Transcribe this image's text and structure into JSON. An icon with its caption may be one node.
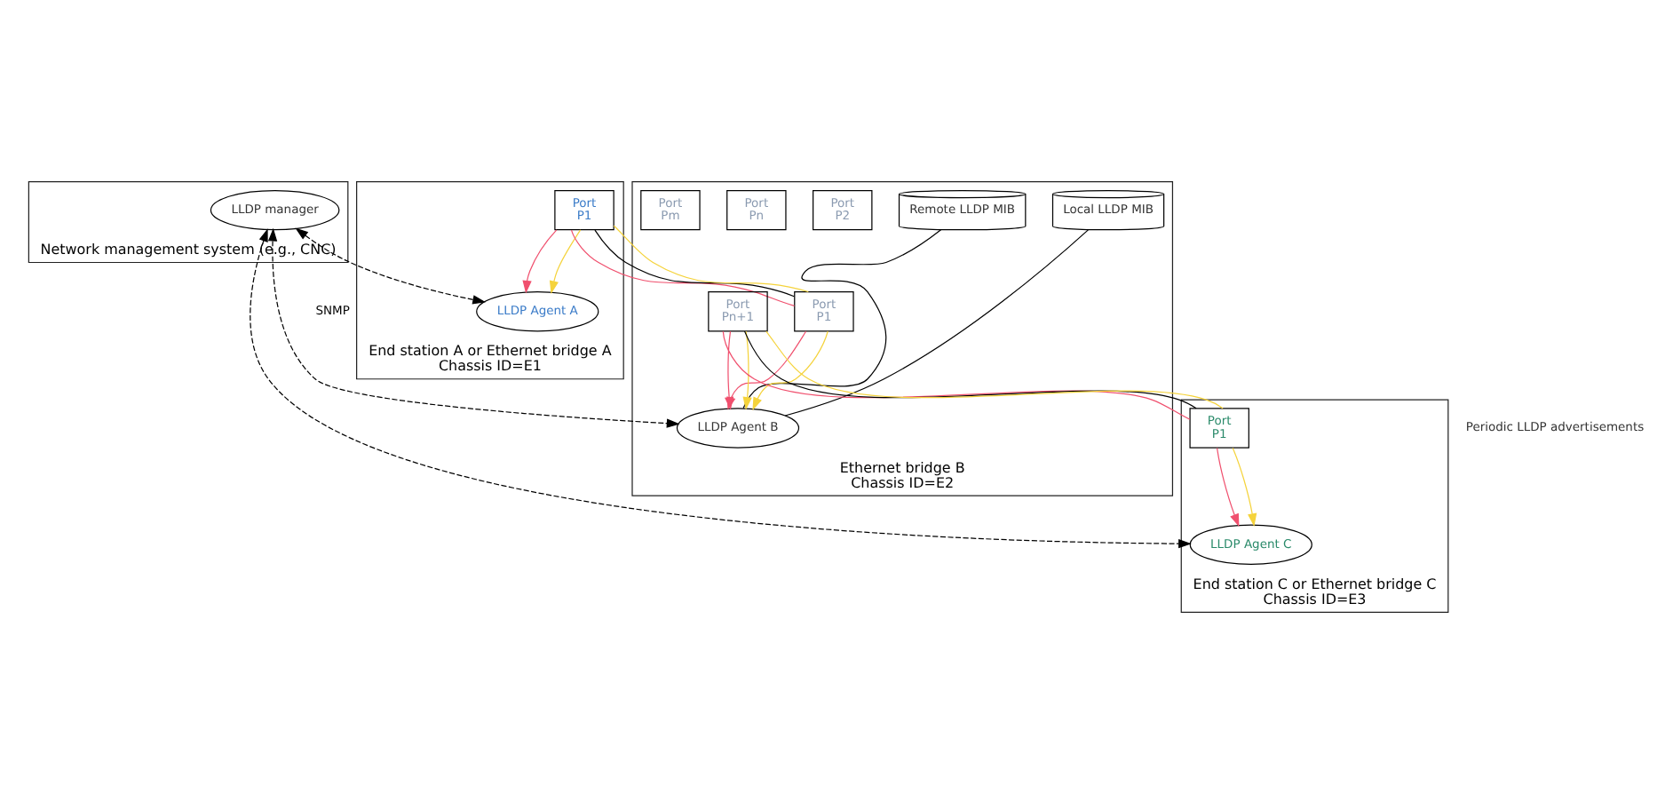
{
  "diagram": {
    "nodes": [
      {
        "text": [
          "Network management system (e.g., CNC)"
        ]
      },
      {
        "text": [
          "LLDP manager"
        ],
        "in": 0
      },
      {
        "text": [
          "End station A or Ethernet bridge A",
          "Chassis ID=E1"
        ]
      },
      {
        "text": [
          "LLDP Agent A"
        ],
        "in": 2
      },
      {
        "text": [
          "Port",
          "P1"
        ],
        "in": 2
      },
      {
        "text": [
          "Ethernet bridge B",
          "Chassis ID=E2"
        ]
      },
      {
        "text": [
          "Local LLDP MIB"
        ],
        "in": 5
      },
      {
        "text": [
          "LLDP Agent B"
        ],
        "in": 5
      },
      {
        "text": [
          "Remote LLDP MIB"
        ],
        "in": 5
      },
      {
        "text": [
          "Port",
          "P1"
        ],
        "in": 5
      },
      {
        "text": [
          "Port",
          "P2"
        ],
        "in": 5
      },
      {
        "text": [
          "Port",
          "Pn"
        ],
        "in": 5
      },
      {
        "text": [
          "Port",
          "Pn+1"
        ],
        "in": 5
      },
      {
        "text": [
          "Port",
          "Pm"
        ],
        "in": 5
      },
      {
        "text": [
          "End station C or Ethernet bridge C",
          "Chassis ID=E3"
        ]
      },
      {
        "text": [
          "LLDP Agent C"
        ],
        "in": 14
      },
      {
        "text": [
          "Port",
          "P1"
        ],
        "in": 14
      }
    ],
    "edges": [
      {
        "from": 1,
        "to": 3,
        "arrow": "both",
        "style": "dashed"
      },
      {
        "from": 1,
        "to": 7,
        "arrow": "both",
        "style": "dashed",
        "label": "SNMP"
      },
      {
        "from": 1,
        "to": 15,
        "arrow": "both",
        "style": "dashed"
      },
      {
        "from": 6,
        "to": 7,
        "arrow": "none"
      },
      {
        "from": 7,
        "to": 8,
        "arrow": "none"
      },
      {
        "from": 4,
        "to": 3,
        "arrow": "to",
        "color": "#f0506e"
      },
      {
        "from": 4,
        "to": 3,
        "arrow": "to",
        "color": "#f5d33c"
      },
      {
        "from": 4,
        "to": 9,
        "arrow": "none",
        "color": "#f0506e"
      },
      {
        "from": 4,
        "to": 9,
        "arrow": "none"
      },
      {
        "from": 4,
        "to": 9,
        "arrow": "none",
        "color": "#f5d33c"
      },
      {
        "from": 9,
        "to": 7,
        "arrow": "to",
        "color": "#f0506e"
      },
      {
        "from": 9,
        "to": 7,
        "arrow": "to",
        "color": "#f5d33c"
      },
      {
        "from": 12,
        "to": 7,
        "arrow": "to",
        "color": "#f0506e"
      },
      {
        "from": 12,
        "to": 7,
        "arrow": "to",
        "color": "#f5d33c"
      },
      {
        "from": 12,
        "to": 16,
        "arrow": "none",
        "color": "#f0506e"
      },
      {
        "from": 12,
        "to": 16,
        "arrow": "none"
      },
      {
        "from": 12,
        "to": 16,
        "arrow": "none",
        "color": "#f5d33c"
      },
      {
        "from": 16,
        "to": 15,
        "arrow": "to",
        "color": "#f0506e"
      },
      {
        "from": 16,
        "to": 15,
        "arrow": "to",
        "color": "#f5d33c"
      }
    ],
    "labels": [
      "Periodic LLDP advertisements"
    ]
  }
}
